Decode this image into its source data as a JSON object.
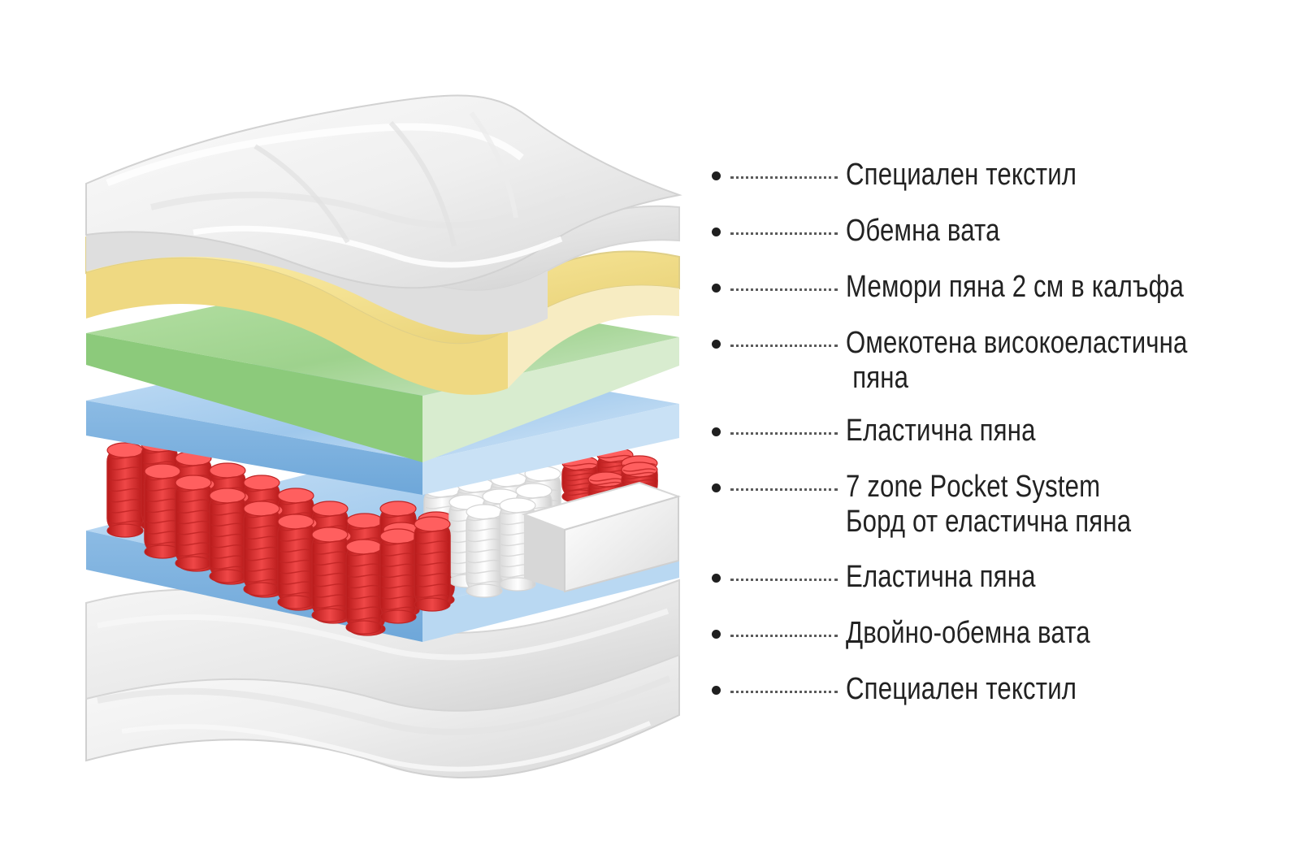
{
  "legend": [
    {
      "lines": [
        "Специален текстил"
      ],
      "icon": "bullet-icon"
    },
    {
      "lines": [
        "Обемна вата"
      ],
      "icon": "bullet-icon"
    },
    {
      "lines": [
        "Мемори пяна 2 см в калъфа"
      ],
      "icon": "bullet-icon"
    },
    {
      "lines": [
        "Омекотена високоеластична",
        "пяна"
      ],
      "icon": "bullet-icon"
    },
    {
      "lines": [
        "Еластична пяна"
      ],
      "icon": "bullet-icon"
    },
    {
      "lines": [
        "7 zone Pocket System",
        "Борд от еластична пяна"
      ],
      "icon": "bullet-icon"
    },
    {
      "lines": [
        "Еластична пяна"
      ],
      "icon": "bullet-icon"
    },
    {
      "lines": [
        "Двойно-обемна вата"
      ],
      "icon": "bullet-icon"
    },
    {
      "lines": [
        "Специален текстил"
      ],
      "icon": "bullet-icon"
    }
  ],
  "colors": {
    "textile": "#efefef",
    "batting": "#e8e8e8",
    "memory_foam": "#f3e08f",
    "soft_foam": "#9ed28d",
    "elastic_foam": "#9fc8ec",
    "pocket_springs": "#d62828",
    "soft_springs": "#ffffff",
    "side_board": "#f3f3f3"
  }
}
